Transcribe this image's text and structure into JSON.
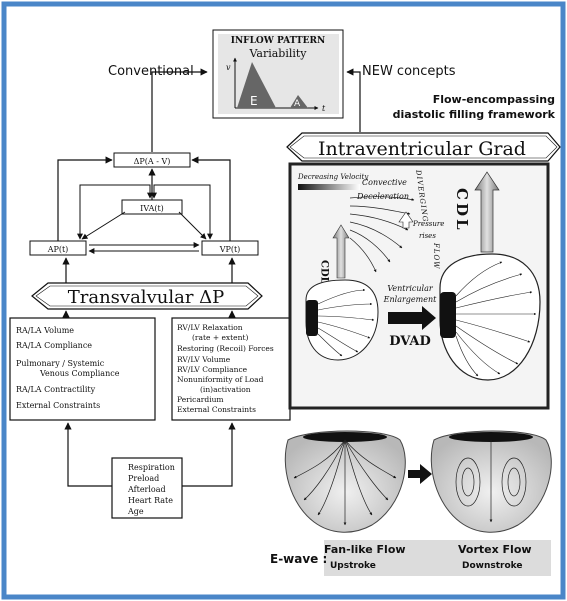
{
  "inflow_box": {
    "title": "INFLOW PATTERN",
    "subtitle": "Variability",
    "axis_v": "v",
    "axis_t": "t",
    "wave_e": "E",
    "wave_a": "A"
  },
  "labels": {
    "conventional": "Conventional",
    "new_concepts": "NEW concepts",
    "framework_line1": "Flow-encompassing",
    "framework_line2": "diastolic filling framework",
    "intraventricular_banner": "Intraventricular Grad",
    "transvalvular_banner": "Transvalvular ΔP"
  },
  "nodes": {
    "dp_av": "ΔP(A - V)",
    "iva": "IVA(t)",
    "ap": "AP(t)",
    "vp": "VP(t)"
  },
  "left_factors": [
    "RA/LA Volume",
    "RA/LA Compliance",
    "Pulmonary / Systemic",
    "Venous Compliance",
    "RA/LA Contractility",
    "External Constraints"
  ],
  "right_factors": [
    "RV/LV Relaxation",
    "(rate + extent)",
    "Restoring (Recoil) Forces",
    "RV/LV Volume",
    "RV/LV Compliance",
    "Nonuniformity of Load",
    "(in)activation",
    "Pericardium",
    "External Constraints"
  ],
  "bottom_factors": [
    "Respiration",
    "Preload",
    "Afterload",
    "Heart Rate",
    "Age"
  ],
  "intraventricular_panel": {
    "decreasing_velocity": "Decreasing Velocity",
    "convective": "Convective",
    "deceleration": "Deceleration",
    "diverging": "DIVERGING",
    "flow": "FLOW",
    "pressure": "Pressure",
    "rises": "rises",
    "cdl_small": "CDL",
    "cdl_large": "CDL",
    "enlargement_line1": "Ventricular",
    "enlargement_line2": "Enlargement",
    "dvad": "DVAD"
  },
  "ewave": {
    "label": "E-wave :",
    "fan_title": "Fan-like Flow",
    "fan_sub": "Upstroke",
    "vortex_title": "Vortex Flow",
    "vortex_sub": "Downstroke"
  },
  "colors": {
    "frame_blue": "#4a86c8",
    "arrow_gray": "#a9a9a9",
    "panel_border": "#222222"
  }
}
